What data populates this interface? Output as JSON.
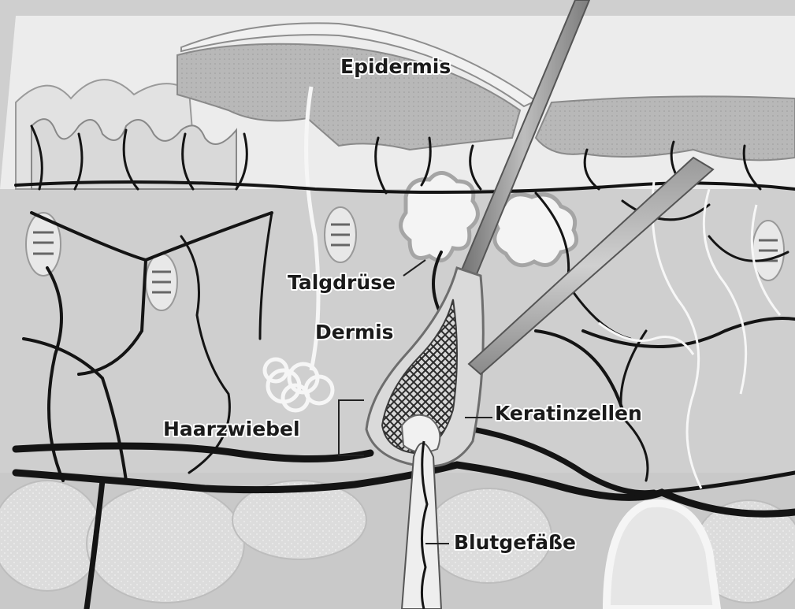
{
  "labels": {
    "epidermis": "Epidermis",
    "talgdruese": "Talgdrüse",
    "dermis": "Dermis",
    "haarzwiebel": "Haarzwiebel",
    "keratinzellen": "Keratinzellen",
    "blutgefaesse": "Blutgefäße"
  },
  "colors": {
    "background": "#d4d4d4",
    "epidermis": "#b5b5b5",
    "upper_skin": "#ececec",
    "dermis": "#cdcdcd",
    "fat_lobes": "#dedede",
    "vessels": "#141414",
    "hair_shaft": "#a3a3a3",
    "gland": "#f4f4f4"
  }
}
